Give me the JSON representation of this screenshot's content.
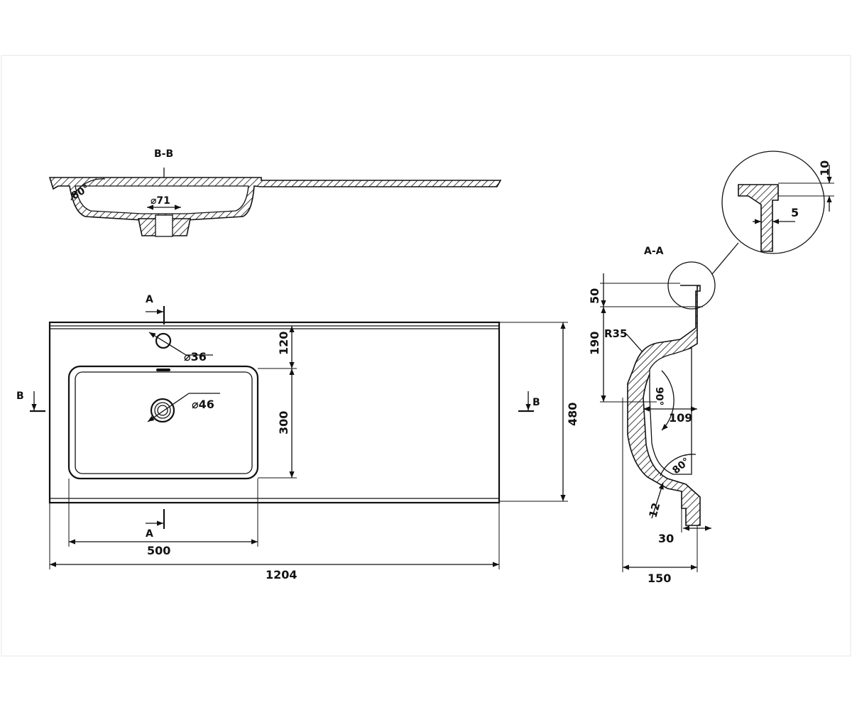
{
  "colors": {
    "ink": "#111111",
    "paper": "#ffffff",
    "frame": "#e6e6e6"
  },
  "section_bb": {
    "title": "B-B",
    "drain_diameter": "⌀71",
    "angle": "80°"
  },
  "section_aa": {
    "title": "A-A",
    "dim_top": "50",
    "dim_depth": "190",
    "radius": "R35",
    "angle_upper": "90°",
    "dim_109": "109",
    "angle_lower": "80°",
    "wall": "12",
    "dim_30": "30",
    "width": "150",
    "detail_10": "10",
    "detail_5": "5"
  },
  "plan": {
    "section_a_top": "A",
    "section_a_bottom": "A",
    "section_b_left": "B",
    "section_b_right": "B",
    "tap_hole": "⌀36",
    "drain_hole": "⌀46",
    "dim_120": "120",
    "dim_300": "300",
    "dim_480": "480",
    "dim_500": "500",
    "dim_1204": "1204"
  }
}
